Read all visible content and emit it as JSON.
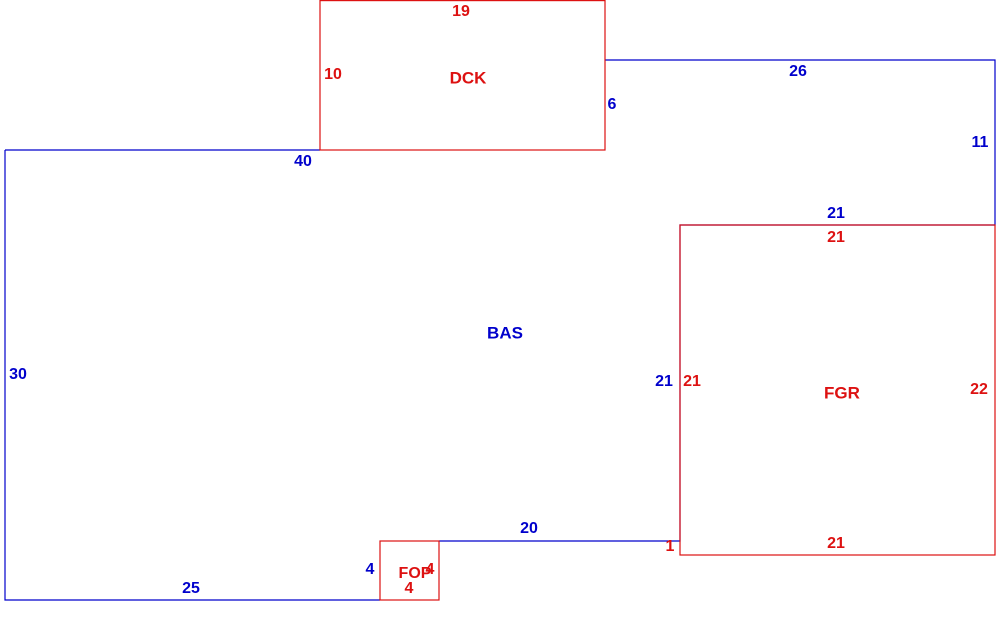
{
  "colors": {
    "living_area": "#0000cc",
    "other_area": "#dd1111"
  },
  "areas": {
    "bas": {
      "code": "BAS",
      "dimensions": {
        "top_left": "40",
        "top_right": "26",
        "right": "11",
        "inner_top": "21",
        "inner_left": "21",
        "bottom_right": "20",
        "step": "4",
        "bottom_left": "25",
        "left": "30",
        "dck_side": "6"
      }
    },
    "dck": {
      "code": "DCK",
      "dimensions": {
        "top": "19",
        "left": "10"
      }
    },
    "fgr": {
      "code": "FGR",
      "dimensions": {
        "top": "21",
        "left": "21",
        "right": "22",
        "bottom": "21",
        "offset": "1"
      }
    },
    "fop": {
      "code": "FOP",
      "dimensions": {
        "right": "4",
        "bottom": "4"
      }
    }
  }
}
